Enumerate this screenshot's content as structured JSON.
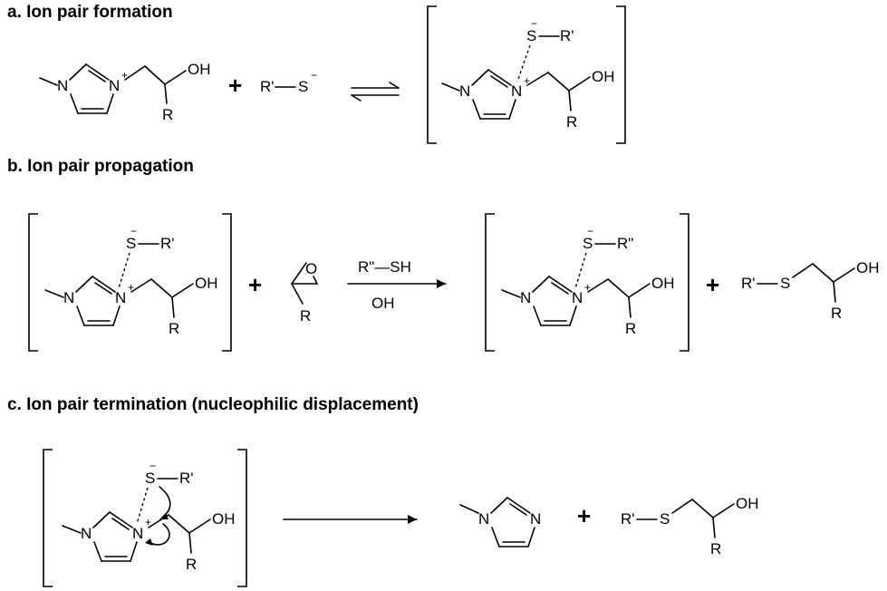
{
  "sections": {
    "a": {
      "heading": "a. Ion pair formation"
    },
    "b": {
      "heading": "b. Ion pair propagation",
      "reagent_top": "R\"—SH",
      "reagent_bottom": "OH"
    },
    "c": {
      "heading": "c. Ion pair termination (nucleophilic displacement)"
    }
  },
  "labels": {
    "N": "N",
    "N_plus": "N",
    "plus_charge": "+",
    "OH": "OH",
    "R": "R",
    "S": "S",
    "minus_charge": "−",
    "R_prime": "R'",
    "R_double_prime": "R\"",
    "O": "O",
    "plus_sign": "+"
  },
  "colors": {
    "ink": "#000000",
    "background": "#ffffff"
  }
}
